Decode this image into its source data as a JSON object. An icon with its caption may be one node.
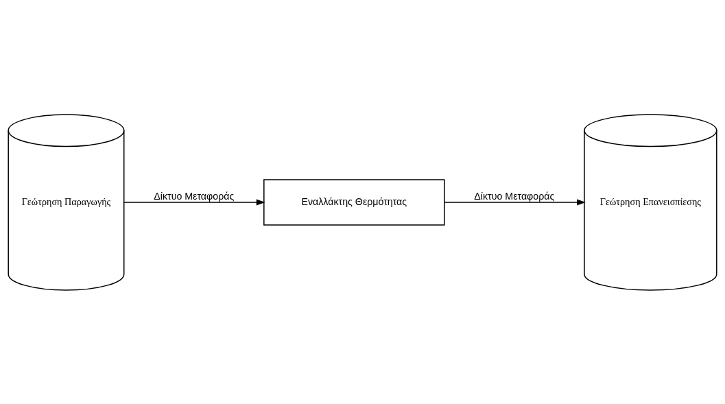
{
  "diagram": {
    "nodes": [
      {
        "text": [
          "Γεώτρηση Παραγωγής"
        ]
      },
      {
        "text": [
          "Εναλλάκτης Θερμότητας"
        ]
      },
      {
        "text": [
          "Γεώτρηση Επανεισπίεσης"
        ]
      }
    ],
    "edges": [
      {
        "from": 0,
        "to": 1,
        "arrow": "to",
        "label": "Δίκτυο Μεταφοράς"
      },
      {
        "from": 1,
        "to": 2,
        "arrow": "to",
        "label": "Δίκτυο Μεταφοράς"
      }
    ]
  }
}
